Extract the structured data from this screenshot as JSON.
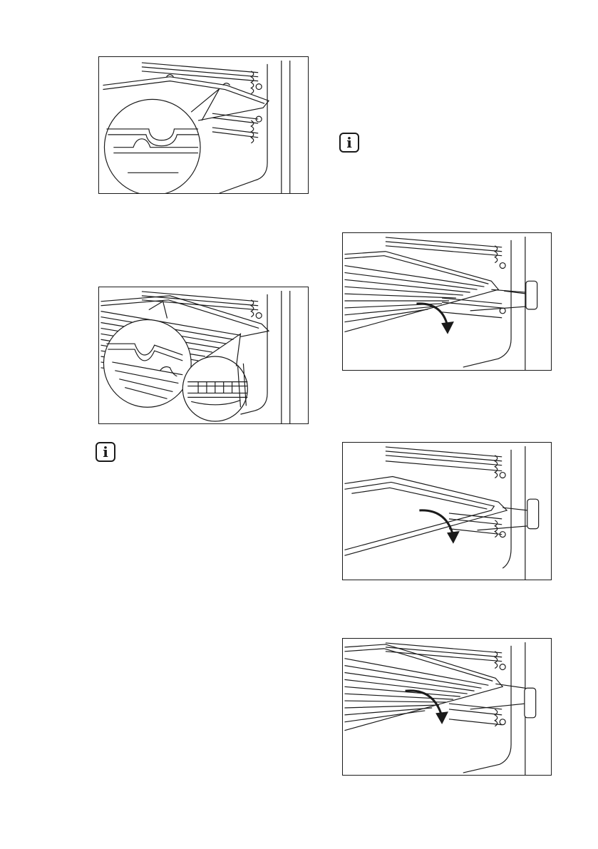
{
  "info_icon_glyph": "i",
  "figures": [
    {
      "id": "fig1",
      "description_name": "rack-notch-detail"
    },
    {
      "id": "fig2",
      "description_name": "wire-shelf-detail"
    },
    {
      "id": "fig3",
      "description_name": "wire-shelf-on-telescopic-runners"
    },
    {
      "id": "fig4",
      "description_name": "baking-tray-on-telescopic-runners"
    },
    {
      "id": "fig5",
      "description_name": "wire-shelf-with-tray-on-telescopic-runners"
    }
  ],
  "colors": {
    "line": "#1a1a1a",
    "background": "#ffffff"
  }
}
